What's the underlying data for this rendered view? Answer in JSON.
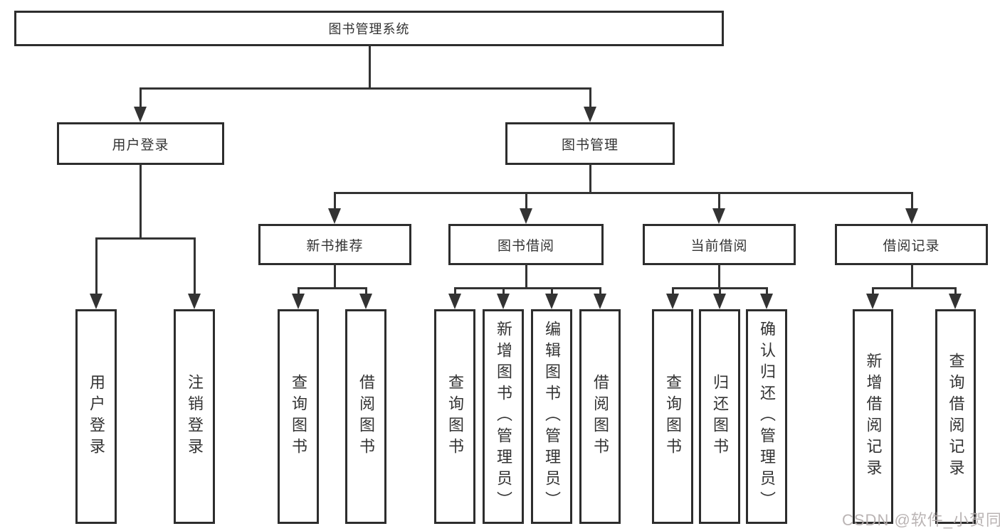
{
  "diagram": {
    "root": {
      "label": "图书管理系统"
    },
    "branches": [
      {
        "label": "用户登录",
        "children": [
          {
            "label": "用户登录"
          },
          {
            "label": "注销登录"
          }
        ]
      },
      {
        "label": "图书管理",
        "children": [
          {
            "label": "新书推荐",
            "children": [
              {
                "label": "查询图书"
              },
              {
                "label": "借阅图书"
              }
            ]
          },
          {
            "label": "图书借阅",
            "children": [
              {
                "label": "查询图书"
              },
              {
                "label": "新增图书（管理员）"
              },
              {
                "label": "编辑图书（管理员）"
              },
              {
                "label": "借阅图书"
              }
            ]
          },
          {
            "label": "当前借阅",
            "children": [
              {
                "label": "查询图书"
              },
              {
                "label": "归还图书"
              },
              {
                "label": "确认归还（管理员）"
              }
            ]
          },
          {
            "label": "借阅记录",
            "children": [
              {
                "label": "新增借阅记录"
              },
              {
                "label": "查询借阅记录"
              }
            ]
          }
        ]
      }
    ]
  },
  "watermark": {
    "text": "CSDN @软件_小贺同学"
  },
  "colors": {
    "line": "#333333",
    "box_border": "#2d2d2d",
    "text": "#333333",
    "watermark": "#b5aeae",
    "background": "#ffffff"
  }
}
